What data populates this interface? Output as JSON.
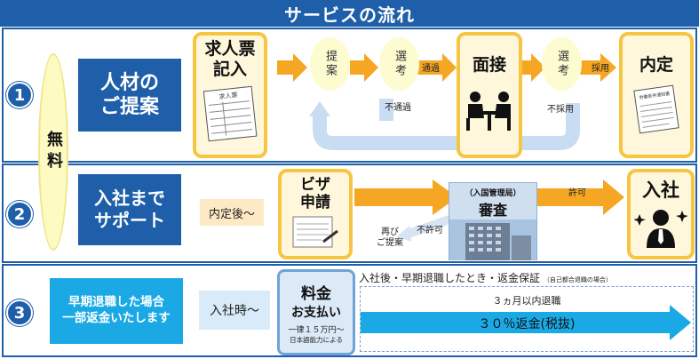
{
  "title": "サービスの流れ",
  "free_label": "無料",
  "row1": {
    "num": "1",
    "label_line1": "人材の",
    "label_line2": "ご提案",
    "job_line1": "求人票",
    "job_line2": "記入",
    "job_doc": "求人票",
    "propose": "提案",
    "select1": "選考",
    "pass": "通過",
    "fail": "不通過",
    "interview": "面接",
    "select2": "選考",
    "hire": "採用",
    "reject": "不採用",
    "offer": "内定",
    "offer_doc": "労働条件通知書"
  },
  "row2": {
    "num": "2",
    "label_line1": "入社まで",
    "label_line2": "サポート",
    "after_offer": "内定後～",
    "visa_line1": "ビザ",
    "visa_line2": "申請",
    "immigration": "（入国管理局）",
    "review": "審査",
    "permit": "許可",
    "denied": "不許可",
    "repropose_line1": "再び",
    "repropose_line2": "ご提案",
    "join": "入社"
  },
  "row3": {
    "num": "3",
    "label_line1": "早期退職した場合",
    "label_line2": "一部返金いたします",
    "at_join": "入社時～",
    "fee_line1": "料金",
    "fee_line2": "お支払い",
    "fee_note1": "一律１５万円～",
    "fee_note2": "日本語能力による",
    "guarantee": "入社後・早期退職したとき・返金保証",
    "guarantee_note": "（自己都合退職の場合）",
    "within": "３ヵ月以内退職",
    "refund": "３０％返金(税抜)"
  },
  "colors": {
    "navy": "#1f5ea8",
    "accent_yellow": "#f6c642",
    "arrow_orange": "#f5a623",
    "cyan": "#1aa9e5"
  }
}
